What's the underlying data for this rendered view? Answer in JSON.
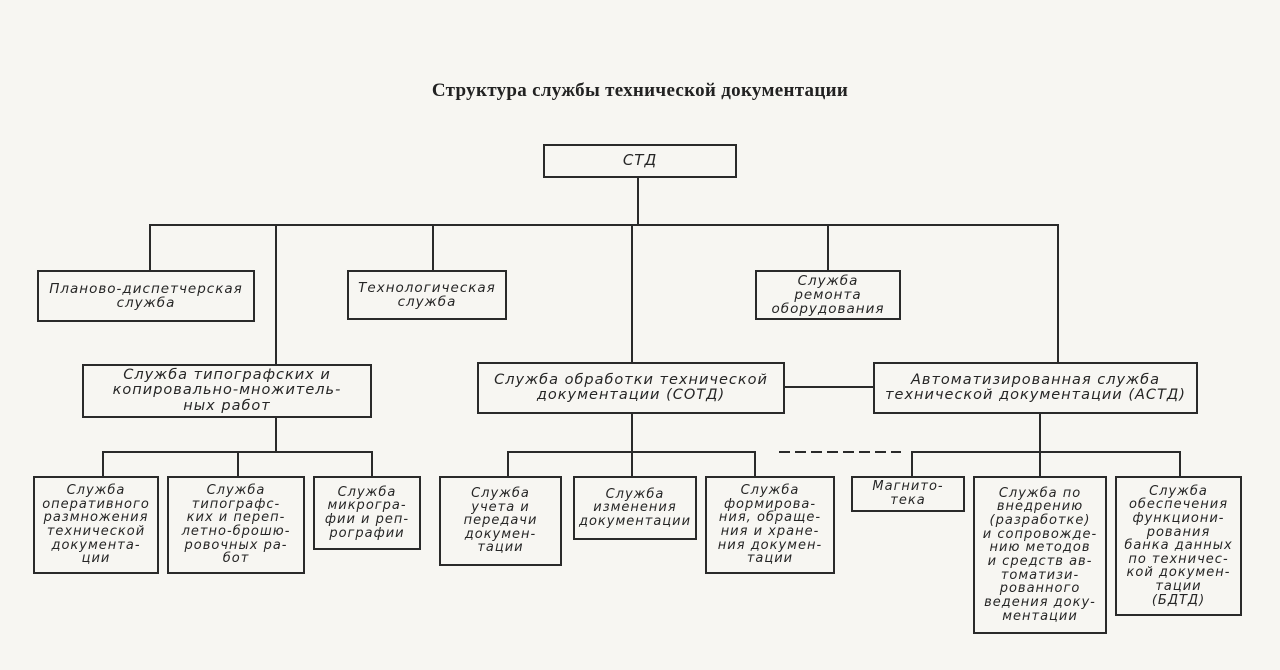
{
  "title": "Структура службы технической документации",
  "root": "СТД",
  "level1": {
    "planning": "Планово-диспетчерская\nслужба",
    "technological": "Технологическая\nслужба",
    "repair": "Служба\nремонта\nоборудования"
  },
  "level2": {
    "typography": "Служба типографских и\nкопировально-множитель-\nных работ",
    "sotd": "Служба обработки технической\nдокументации (СОТД)",
    "astd": "Автоматизированная служба\nтехнической документации (АСТД)"
  },
  "level3": {
    "operative": "Служба\nоперативного\nразмножения\nтехнической\nдокумента-\nции",
    "typo_binding": "Служба\nтипографс-\nких и переп-\nлетно-брошю-\nровочных ра-\nбот",
    "microfilm": "Служба\nмикрогра-\nфии и реп-\nрографии",
    "accounting": "Служба\nучета и\nпередачи\nдокумен-\nтации",
    "changes": "Служба\nизменения\nдокументации",
    "forming": "Служба\nформирова-\nния, обраще-\nния и хране-\nния докумен-\nтации",
    "magnetic": "Магнито-\nтека",
    "implementation": "Служба по\nвнедрению\n(разработке)\nи сопровожде-\nнию методов\nи средств ав-\nтоматизи-\nрованного\nведения доку-\nментации",
    "functional_bank": "Служба\nобеспечения\nфункциони-\nрования\nбанка данных\nпо техничес-\nкой докумен-\nтации\n(БДТД)"
  }
}
